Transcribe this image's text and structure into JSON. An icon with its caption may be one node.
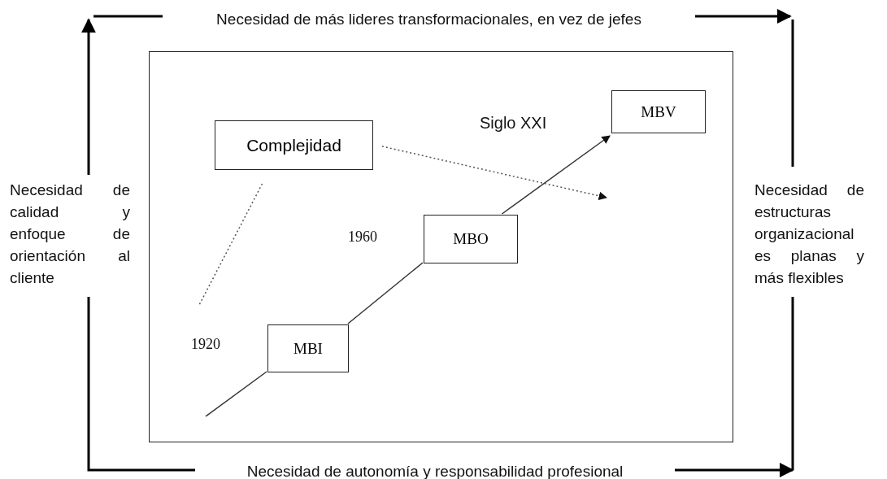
{
  "diagram": {
    "nodes": [
      {
        "text": [],
        "shape": "box"
      },
      {
        "text": [
          "Complejidad"
        ],
        "in": 0
      },
      {
        "text": [
          "MBV"
        ],
        "in": 0
      },
      {
        "text": [
          "MBO"
        ],
        "in": 0
      },
      {
        "text": [
          "MBI"
        ],
        "in": 0
      }
    ],
    "edges": [
      {
        "from": null,
        "to": 4,
        "arrow": "none"
      },
      {
        "from": 4,
        "to": 3,
        "arrow": "none"
      },
      {
        "from": 3,
        "to": 2,
        "arrow": "to"
      },
      {
        "from": 1,
        "to": null,
        "arrow": "to",
        "style": "dashed"
      },
      {
        "from": 1,
        "to": null,
        "arrow": "none",
        "style": "dashed"
      }
    ],
    "labels": [
      "Necesidad de más lideres transformacionales, en vez de jefes",
      "Siglo XXI",
      "Necesidad de calidad y enfoque de orientación al cliente",
      "Necesidad de estructuras organizacional es planas y más flexibles",
      "1960",
      "1920",
      "Necesidad de autonomía y responsabilidad profesional"
    ]
  }
}
